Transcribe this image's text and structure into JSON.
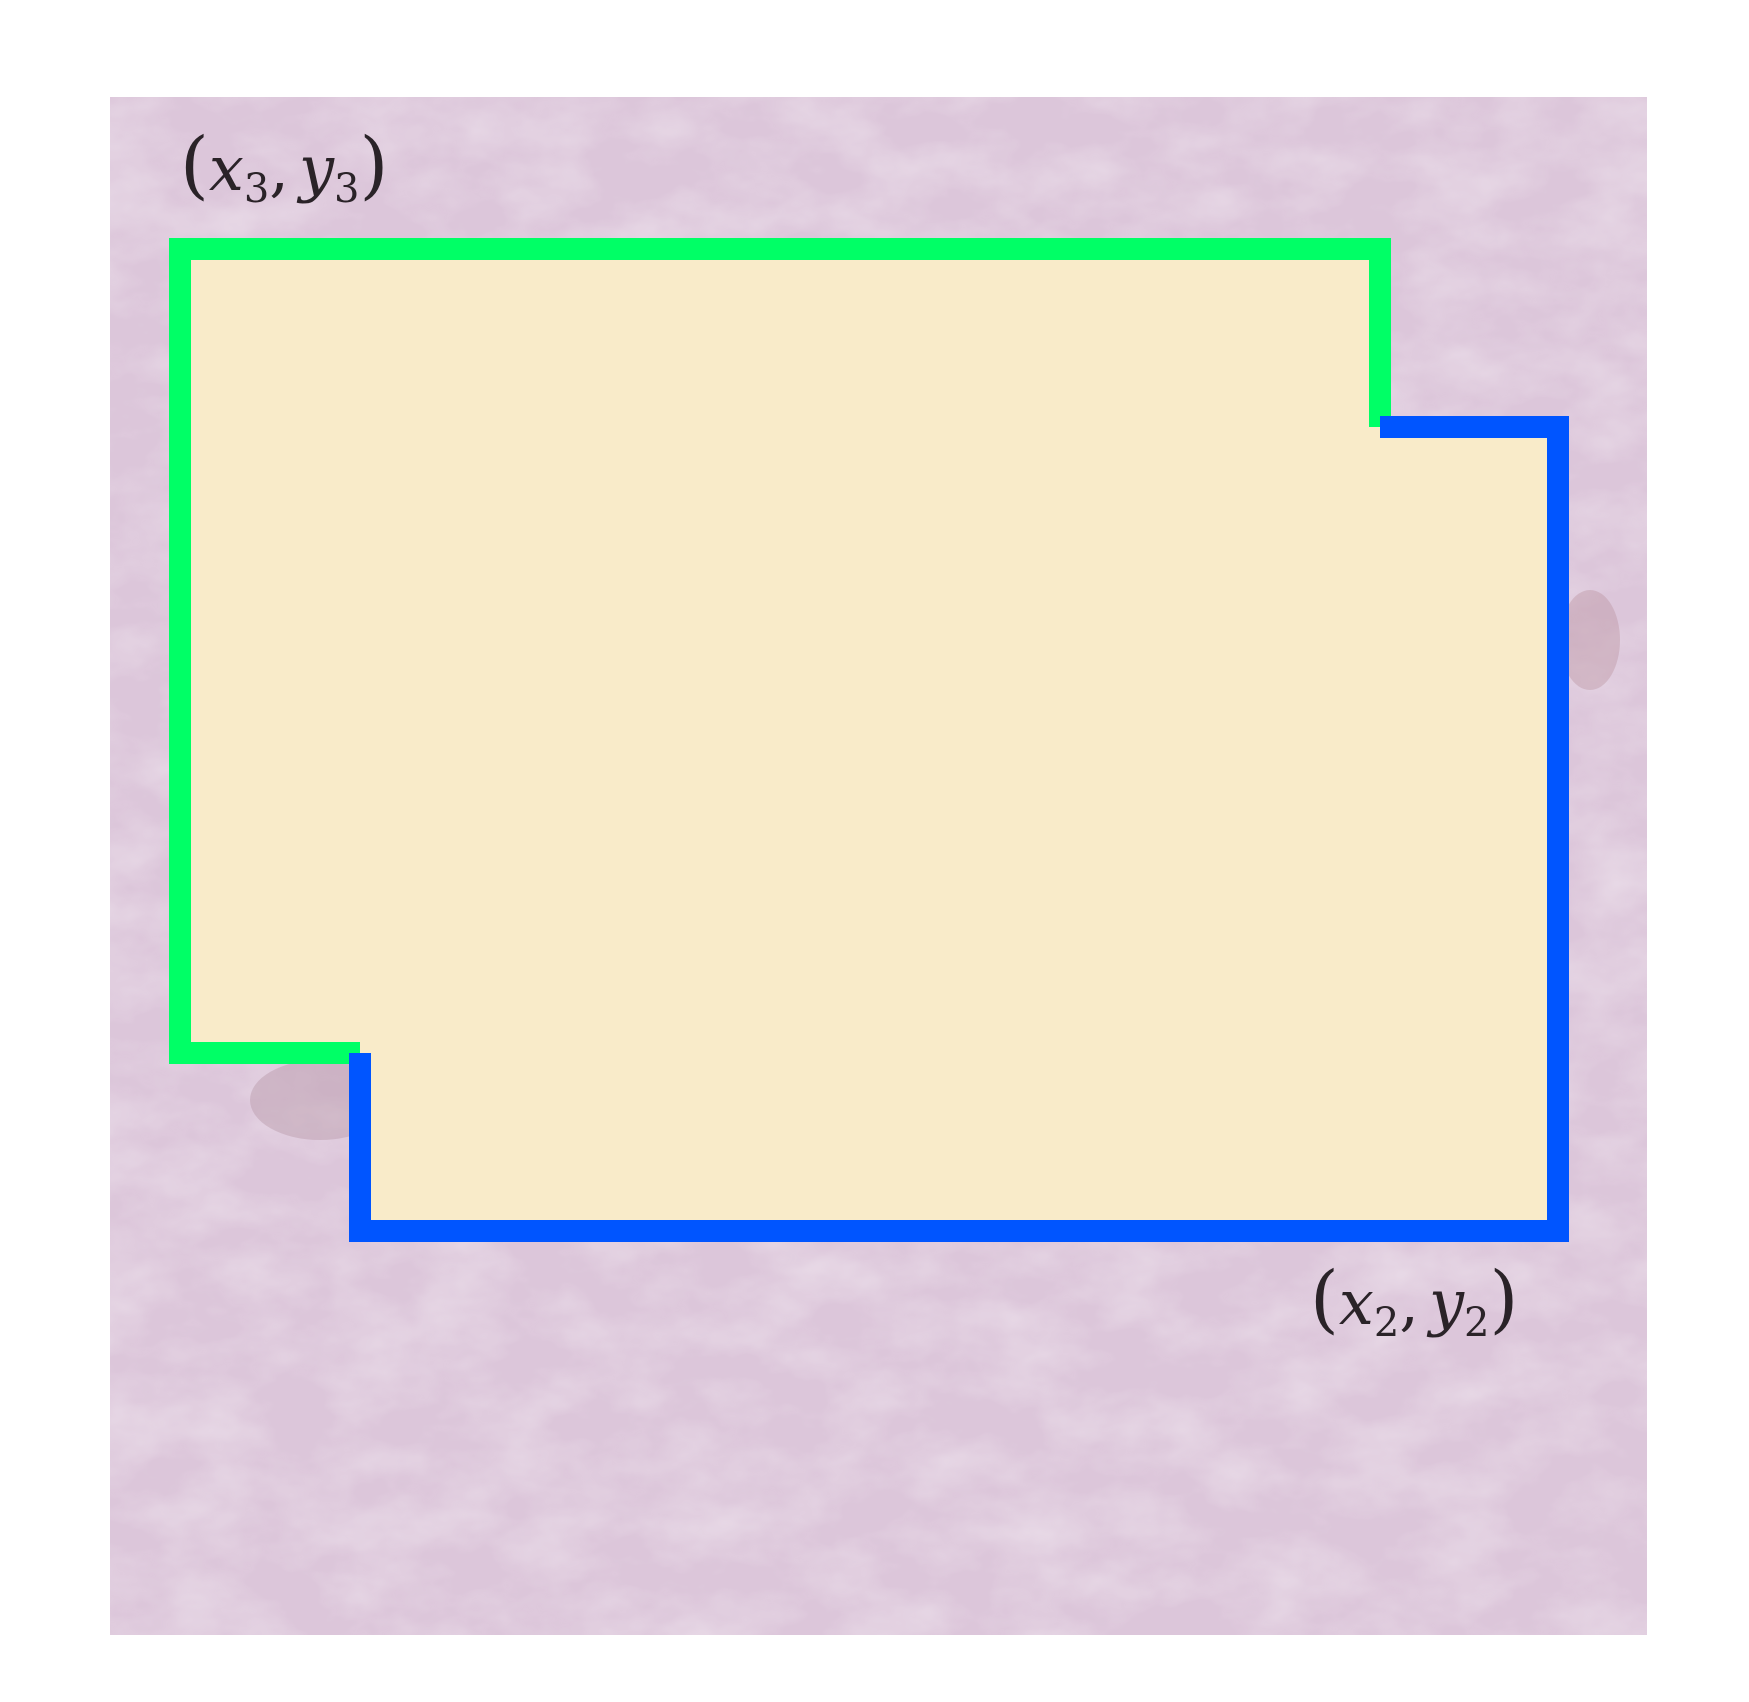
{
  "diagram": {
    "colors": {
      "page_background": "#ffffff",
      "texture_background": "#dcc6da",
      "fill": "#f9ebc9",
      "box_a_outline": "#00ff66",
      "box_b_outline": "#0055ff",
      "label_text": "#2a2328"
    },
    "label_top": {
      "open": "(",
      "var_x": "x",
      "sub_x": "3",
      "comma": ",",
      "var_y": "y",
      "sub_y": "3",
      "close": ")"
    },
    "label_bottom": {
      "open": "(",
      "var_x": "x",
      "sub_x": "2",
      "comma": ",",
      "var_y": "y",
      "sub_y": "2",
      "close": ")"
    }
  }
}
